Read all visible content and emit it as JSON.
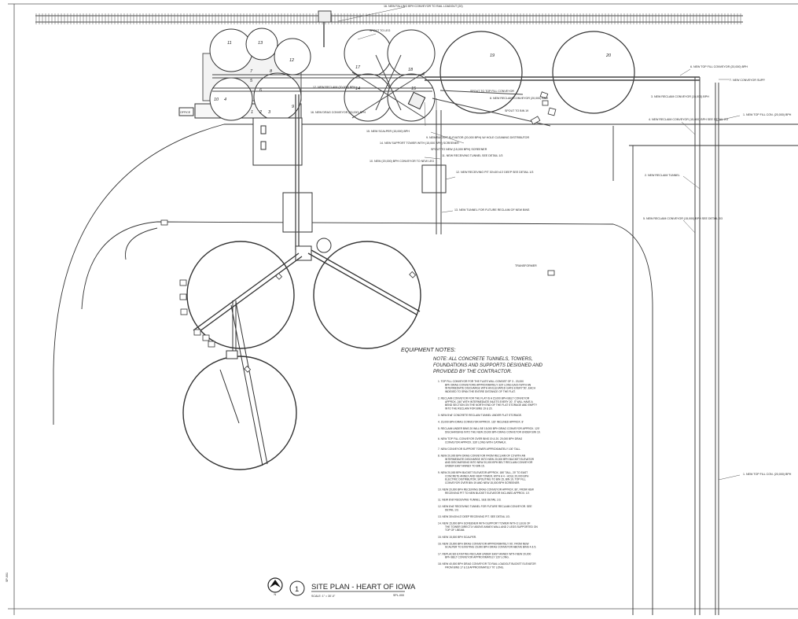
{
  "title_block": {
    "callout_number": "1",
    "title": "SITE PLAN - HEART OF IOWA",
    "scale": "SCALE: 1\" = 30'-0\"",
    "suffix": "SPL-000"
  },
  "north_arrow_letter": "N",
  "sheet_id_left": "SP-001",
  "bin_labels": [
    "11",
    "13",
    "12",
    "17",
    "18",
    "19",
    "20",
    "4",
    "5",
    "6",
    "7",
    "8",
    "9",
    "14",
    "15",
    "1",
    "2",
    "3",
    "10"
  ],
  "office_label": "OFFICE",
  "transformer_label": "TRANSFORMER",
  "callouts": {
    "c16": "16. NEW FALLING BPH CONVEYOR TO RAIL LOADOUT (20)",
    "spout_leg": "SPOUT TO LEG",
    "spout_top_fill": "SPOUT TO TOP FILL CONVEYOR",
    "c17": "17. NEW RECLAIM (20,000) BPH",
    "c8": "8. NEW RECLAIM CONVEYOR (20,000) BPH",
    "spout_bin19": "SPOUT TO BIN 19",
    "c16b": "16. NEW DRAG CONVEYOR (15,000) BPH",
    "c15": "15. NEW SCALPER (15,000) BPH",
    "c14": "14. NEW SUPPORT TOWER WITH (15,000 BPH) SCREENER",
    "c9": "9. NEW BUCKET ELEVATOR (20,000 BPH) W/ HOLE CLEANING DISTRIBUTOR",
    "spout_screener": "SPOUT TO NEW (15,000 BPH) SCREENER",
    "c11": "11. NEW RECEIVING TUNNEL SEE DETAIL 1/3",
    "c10": "10. NEW (20,000) BPH CONVEYOR TO NEW LEG",
    "c12": "12. NEW RECEIVING PIT 30'x30'x13' DEEP SEE DETAIL 1/3",
    "c13": "13. NEW TUNNEL FOR FUTURE RECLAIM OF NEW BINS",
    "c6a": "6. NEW TOP FILL CONVEYOR (20,000) BPH",
    "c7": "7. NEW CONVEYOR SUPP.",
    "c3": "3. NEW RECLAIM CONVEYOR (15,000) BPH",
    "c1": "1. NEW TOP FILL CON. (20,000) BPH",
    "c4": "4. NEW RECLAIM CONVEYOR (15,000) BPH SEE DETAIL 2/3",
    "c2": "2. NEW RECLAIM TUNNEL",
    "c5": "5. NEW RECLAIM CONVEYOR (15,000) BPH SEE DETAIL 3/3",
    "c1b": "1. NEW TOP FILL CON. (20,000) BPH"
  },
  "notes": {
    "title": "EQUIPMENT NOTES:",
    "lead": [
      "NOTE: ALL CONCRETE TUNNELS, TOWERS,",
      "FOUNDATIONS AND SUPPORTS DESIGNED AND",
      "PROVIDED BY THE CONTRACTOR."
    ],
    "items": [
      [
        "1.  TOP FILL CONVEYOR FOR THE FLATS WILL CONSIST OF 3 - 20,000",
        "BPH DRAG CONVEYORS APPROXIMATELY 320' LONG EACH WITH AN",
        "INTERMEDIATE DISCHARGE WITH AN ELEVATED GATE EVERY 50', EACH",
        "INDEXED TO SPAN THE ENTIRE DISTANCE OF THE FLAT."
      ],
      [
        "2.  RECLAIM CONVEYOR FOR THE FLAT IS A 15,000 BPH BELT CONVEYOR",
        "APPROX. 240' WITH INTERMEDIATE INLETS EVERY 20'. IT WILL HAVE A",
        "BEND SECTION ON THE NORTH END OF THE FLAT STORAGE AND EMPTY",
        "INTO THE RECLAIM FOR BINS 19 & 20."
      ],
      [
        "3.  NEW 8'x8' CONCRETE RECLAIM TUNNEL UNDER FLAT STORAGE."
      ],
      [
        "4.  15,000 BPH DRAG CONVEYOR APPROX. 115' INCLINED APPROX. 8'"
      ],
      [
        "5.  RECLAIM UNDER BINS 20 WILL BE 15,000 BPH DRAG CONVEYOR APPROX. 120'",
        "DISCHARGING INTO THE NEW 20,000 BPH DRAG CONVEYOR UNDER BIN 19."
      ],
      [
        "6.  NEW TOP FILL CONVEYOR OVER BINS 19 & 20. 20,000 BPH DRAG",
        "CONVEYOR APPROX. 330' LONG WITH CATWALK."
      ],
      [
        "7.  NEW CONVEYOR SUPPORT TOWER APPROXIMATELY 100' TALL."
      ],
      [
        "8.  NEW 20,000 BPH DRAG CONVEYOR FROM RECLAIM OF 15 WITH AN",
        "INTERMEDIATE DISCHARGE INTO NEW 20,000 BPH BUCKET ELEVATOR",
        "AND DISCHARGING INTO NEW 20,000 BPH BELT RECLAIM CONVEYOR",
        "UNDER EAST ANNEX TO BIN 15."
      ],
      [
        "9.  NEW 20,000 BPH BUCKET ELEVATOR APPROX. 180' TALL, 20' TO EAST",
        "CONCRETE ANNEX AND NEW TOWER, WITH A 4 - HOLE 20,000 BPH",
        "ELECTRIC DISTRIBUTOR, SPOUTING TO BIN 15, BIN 19, TOP FILL",
        "CONVEYOR OVER BIN 19 AND NEW 15,000 BPH SCREENER."
      ],
      [
        "10. NEW 20,000 BPH RECEIVING DRAG CONVEYOR APPROX. 80', FROM NEW",
        "RECEIVING PIT TO NEW BUCKET ELEVATOR INCLINED APPROX. 10'."
      ],
      [
        "11. NEW 8'x8' RECEIVING TUNNEL. SEE DETAIL 1/3."
      ],
      [
        "12. NEW 8'x8' RECEIVING TUNNEL FOR FUTURE RECLAIM CONVEYOR. SEE",
        "DETAIL 1/3."
      ],
      [
        "13. NEW 30'x30'x13' DEEP RECEIVING PIT. SEE DETAIL 1/3."
      ],
      [
        "14. NEW 15,000 BPH SCREENER WITH SUPPORT TOWER WITH 2 LEGS OF",
        "THE TOWER DIRECTLY ABOVE ANNEX WALL AND 2 LEGS SUPPORTED ON",
        "TOP OF I-BEAM."
      ],
      [
        "15. NEW 15,000 BPH SCALPER."
      ],
      [
        "16. NEW 15,000 BPH DRAG CONVEYOR APPROXIMATELY 90', FROM NEW",
        "SCALPER TO EXISTING 15,000 BPH DRAG CONVEYOR ABOVE BINS 4 & 5."
      ],
      [
        "17. REPLACED EXISTING RECLAIM UNDER EAST ANNEX WITH NEW 20,000",
        "BPH BELT CONVEYOR APPROXIMATELY 120' LONG."
      ],
      [
        "18. NEW 40,000 BPH DRAG CONVEYOR TO RAIL LOADOUT BUCKET ELEVATOR",
        "FROM BINS 17 & 18 APPROXIMATELY 70' LONG."
      ]
    ]
  }
}
